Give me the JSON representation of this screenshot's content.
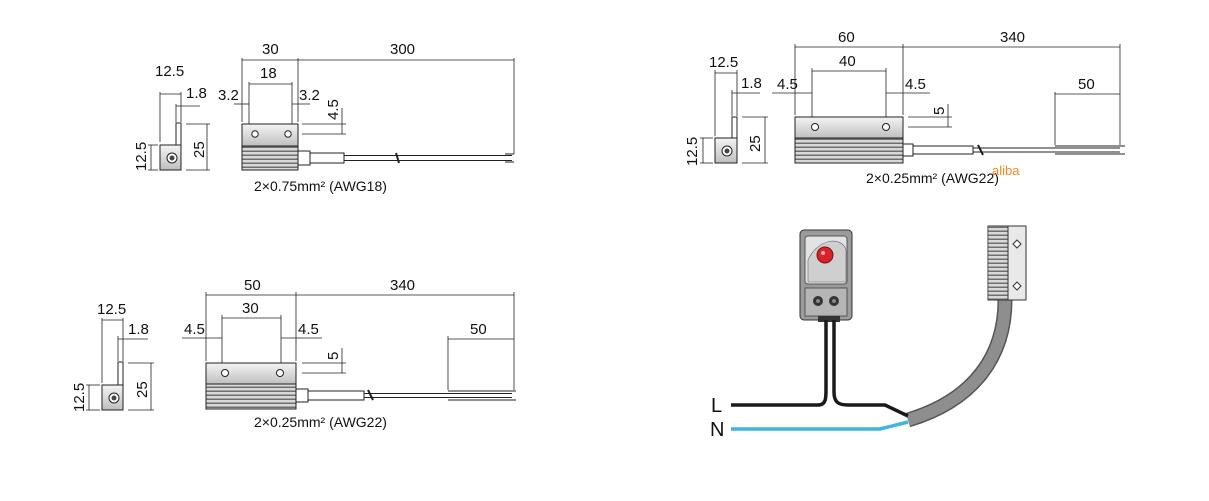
{
  "diagram_1": {
    "dims": {
      "total_len": "300",
      "body_w": "30",
      "hole_pitch": "18",
      "edge_l": "3.2",
      "edge_r": "3.2",
      "hole_h": "4.5",
      "bracket_w": "12.5",
      "bracket_t": "1.8",
      "bracket_h": "12.5",
      "height": "25"
    },
    "caption": "2×0.75mm² (AWG18)"
  },
  "diagram_2": {
    "dims": {
      "total_len": "340",
      "body_w": "60",
      "hole_pitch": "40",
      "edge_l": "4.5",
      "edge_r": "4.5",
      "hole_h": "5",
      "strip_len": "50",
      "bracket_w": "12.5",
      "bracket_t": "1.8",
      "bracket_h": "12.5",
      "height": "25"
    },
    "caption": "2×0.25mm² (AWG22)",
    "watermark": "aliba"
  },
  "diagram_3": {
    "dims": {
      "total_len": "340",
      "body_w": "50",
      "hole_pitch": "30",
      "edge_l": "4.5",
      "edge_r": "4.5",
      "hole_h": "5",
      "strip_len": "50",
      "bracket_w": "12.5",
      "bracket_t": "1.8",
      "bracket_h": "12.5",
      "height": "25"
    },
    "caption": "2×0.25mm² (AWG22)"
  },
  "wiring": {
    "lead_l": "L",
    "lead_n": "N",
    "colors": {
      "live_wire": "#1a1a1a",
      "neutral_wire": "#3fb6dc",
      "cable": "#8e8e8e",
      "thermostat_dial": "#d8232a"
    }
  }
}
